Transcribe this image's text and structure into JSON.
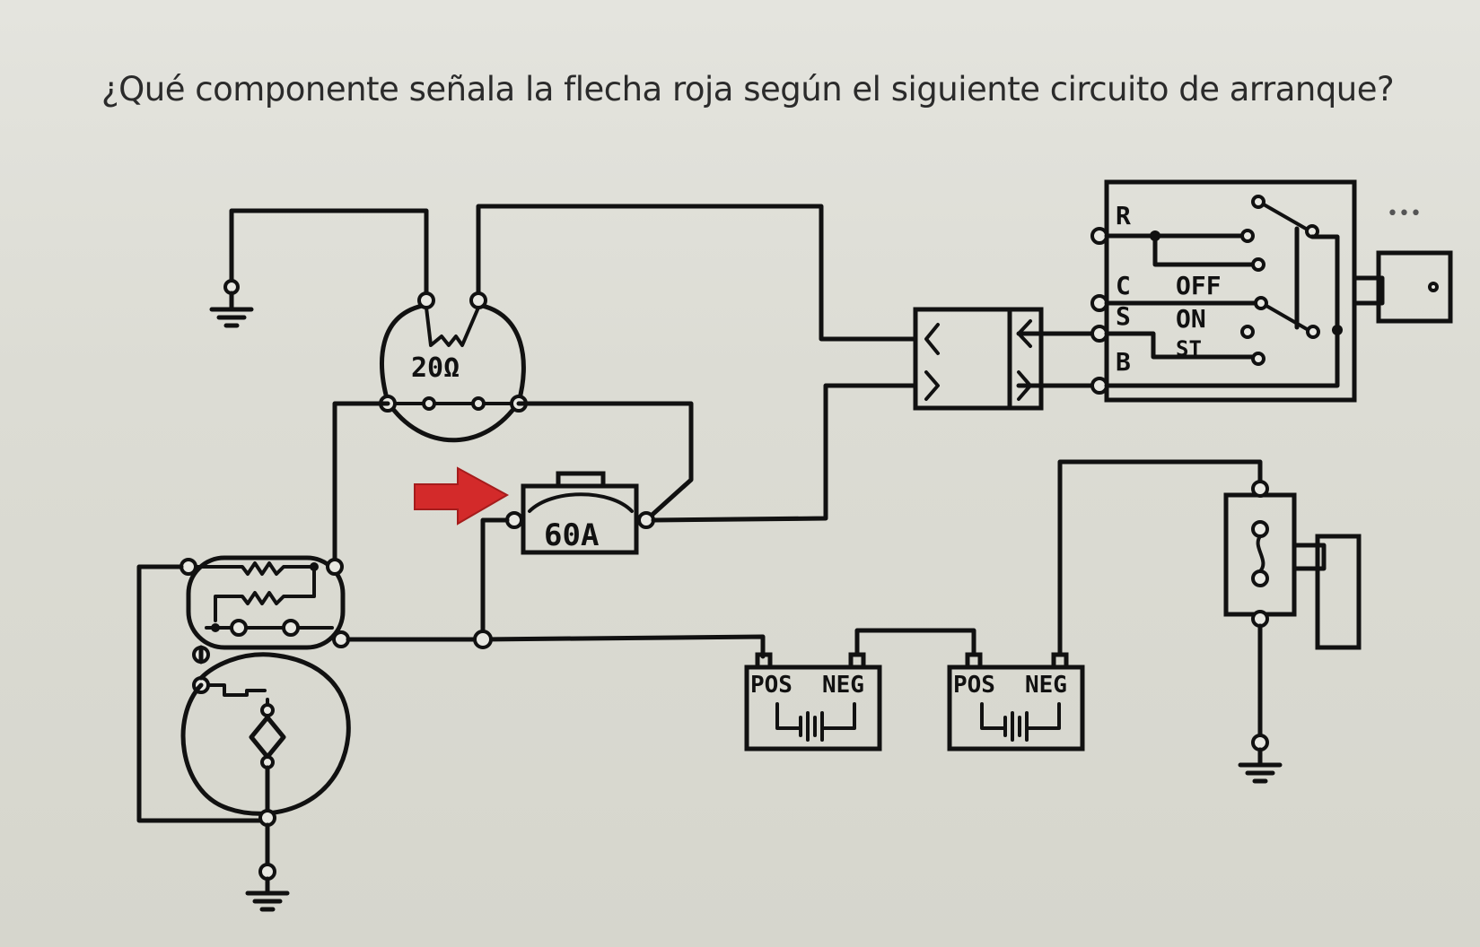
{
  "question": "¿Qué componente señala la flecha roja según el siguiente circuito de arranque?",
  "more_menu": "•••",
  "diagram": {
    "resistor_label": "20Ω",
    "fuse_label": "60A",
    "battery1": {
      "pos": "POS",
      "neg": "NEG"
    },
    "battery2": {
      "pos": "POS",
      "neg": "NEG"
    },
    "switch_terminals": [
      "R",
      "C",
      "S",
      "B"
    ],
    "switch_positions": [
      "OFF",
      "ON",
      "ST"
    ],
    "arrow_color": "#d32a2a"
  }
}
